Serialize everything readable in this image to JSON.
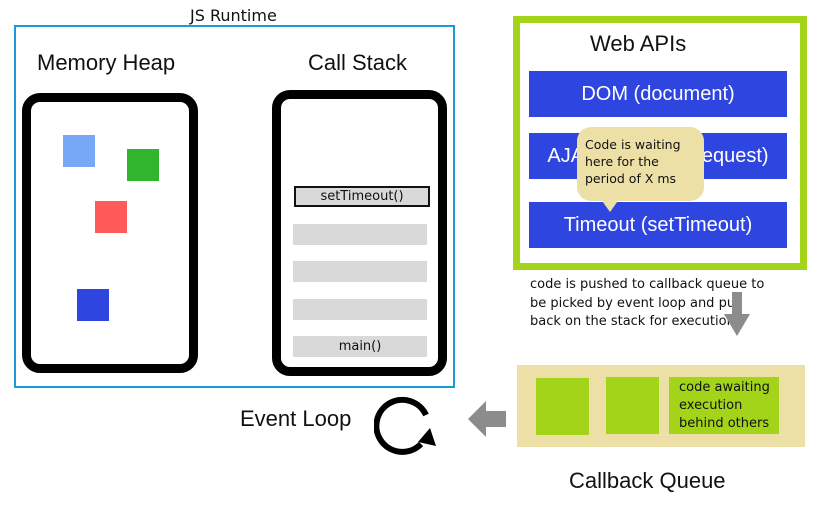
{
  "runtime": {
    "title": "JS Runtime",
    "heap_title": "Memory Heap",
    "stack_title": "Call Stack",
    "stack_items": [
      "setTimeout()",
      "main()"
    ]
  },
  "heap_squares": [
    {
      "color": "#77a7f7"
    },
    {
      "color": "#32b52e"
    },
    {
      "color": "#ff5a5a"
    },
    {
      "color": "#2f45e0"
    }
  ],
  "web_apis": {
    "title": "Web APIs",
    "items": [
      "DOM (document)",
      "AJAX (XMLHttpRequest)",
      "Timeout (setTimeout)"
    ],
    "tooltip": "Code is waiting here for the period of X ms"
  },
  "notes": {
    "push_note": "code is pushed to callback queue to be picked by event loop and put back on the stack for execution"
  },
  "callback_queue": {
    "title": "Callback Queue",
    "awaiting_text": "code awaiting execution behind others"
  },
  "event_loop": {
    "title": "Event Loop"
  },
  "colors": {
    "runtime_border": "#1a9bd7",
    "api_border": "#a4d41a",
    "api_bar": "#2f45e0",
    "queue_bg": "#ede0a6",
    "queue_item": "#a4d41a",
    "stack_row": "#d9d9d9",
    "arrow": "#8c8c8c"
  }
}
